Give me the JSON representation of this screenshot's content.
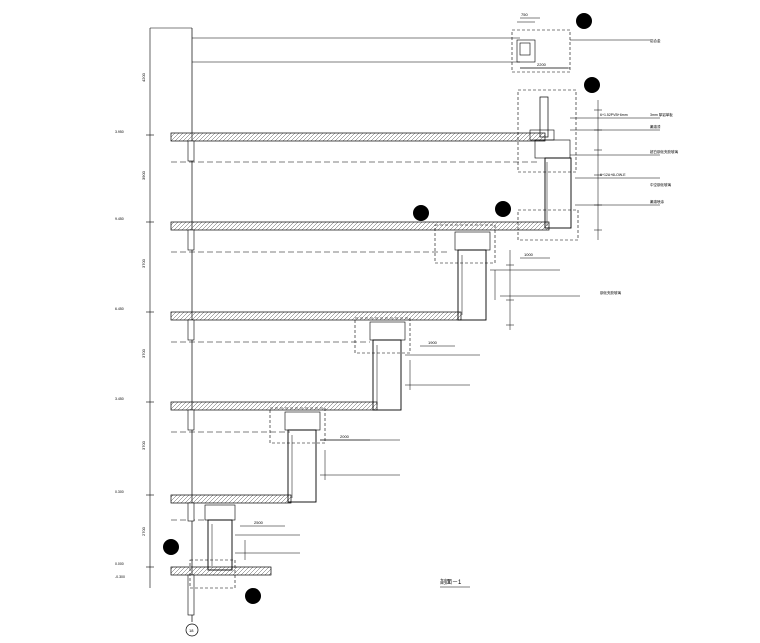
{
  "drawing": {
    "title": "剖面－1",
    "axis_label": "18",
    "level_marks": [
      "3.950",
      "9.450",
      "6.450",
      "3.450",
      "0.300",
      "0.000",
      "-0.300"
    ],
    "storey_dims": [
      "4200",
      "3900",
      "3700",
      "3700",
      "3700",
      "2700"
    ],
    "depth_dims": [
      "750",
      "2200",
      "1000",
      "1900",
      "2000",
      "2500"
    ],
    "notes": [
      "3mm 厚铝单板",
      "氟碳漆",
      "6+1.52PVB+6mm",
      "超白钢化夹胶玻璃",
      "6+12A+6LOW-E",
      "中空钢化玻璃",
      "氟碳喷涂",
      "铝合金",
      "钢化夹胶玻璃"
    ]
  }
}
